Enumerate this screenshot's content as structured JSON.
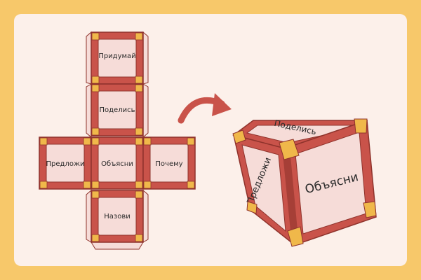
{
  "net": {
    "top": "Придумай",
    "upper": "Поделись",
    "left": "Предложи",
    "center": "Объясни",
    "right": "Почему",
    "bottom": "Назови"
  },
  "cube": {
    "top": "Поделись",
    "left": "Предложи",
    "front": "Объясни"
  },
  "colors": {
    "background": "#f7c86a",
    "card": "#fcf0ea",
    "frame": "#c9534a",
    "frame_dark": "#a63f37",
    "face": "#f6dcd8",
    "corner": "#f0b84a",
    "arrow": "#c9534a"
  }
}
